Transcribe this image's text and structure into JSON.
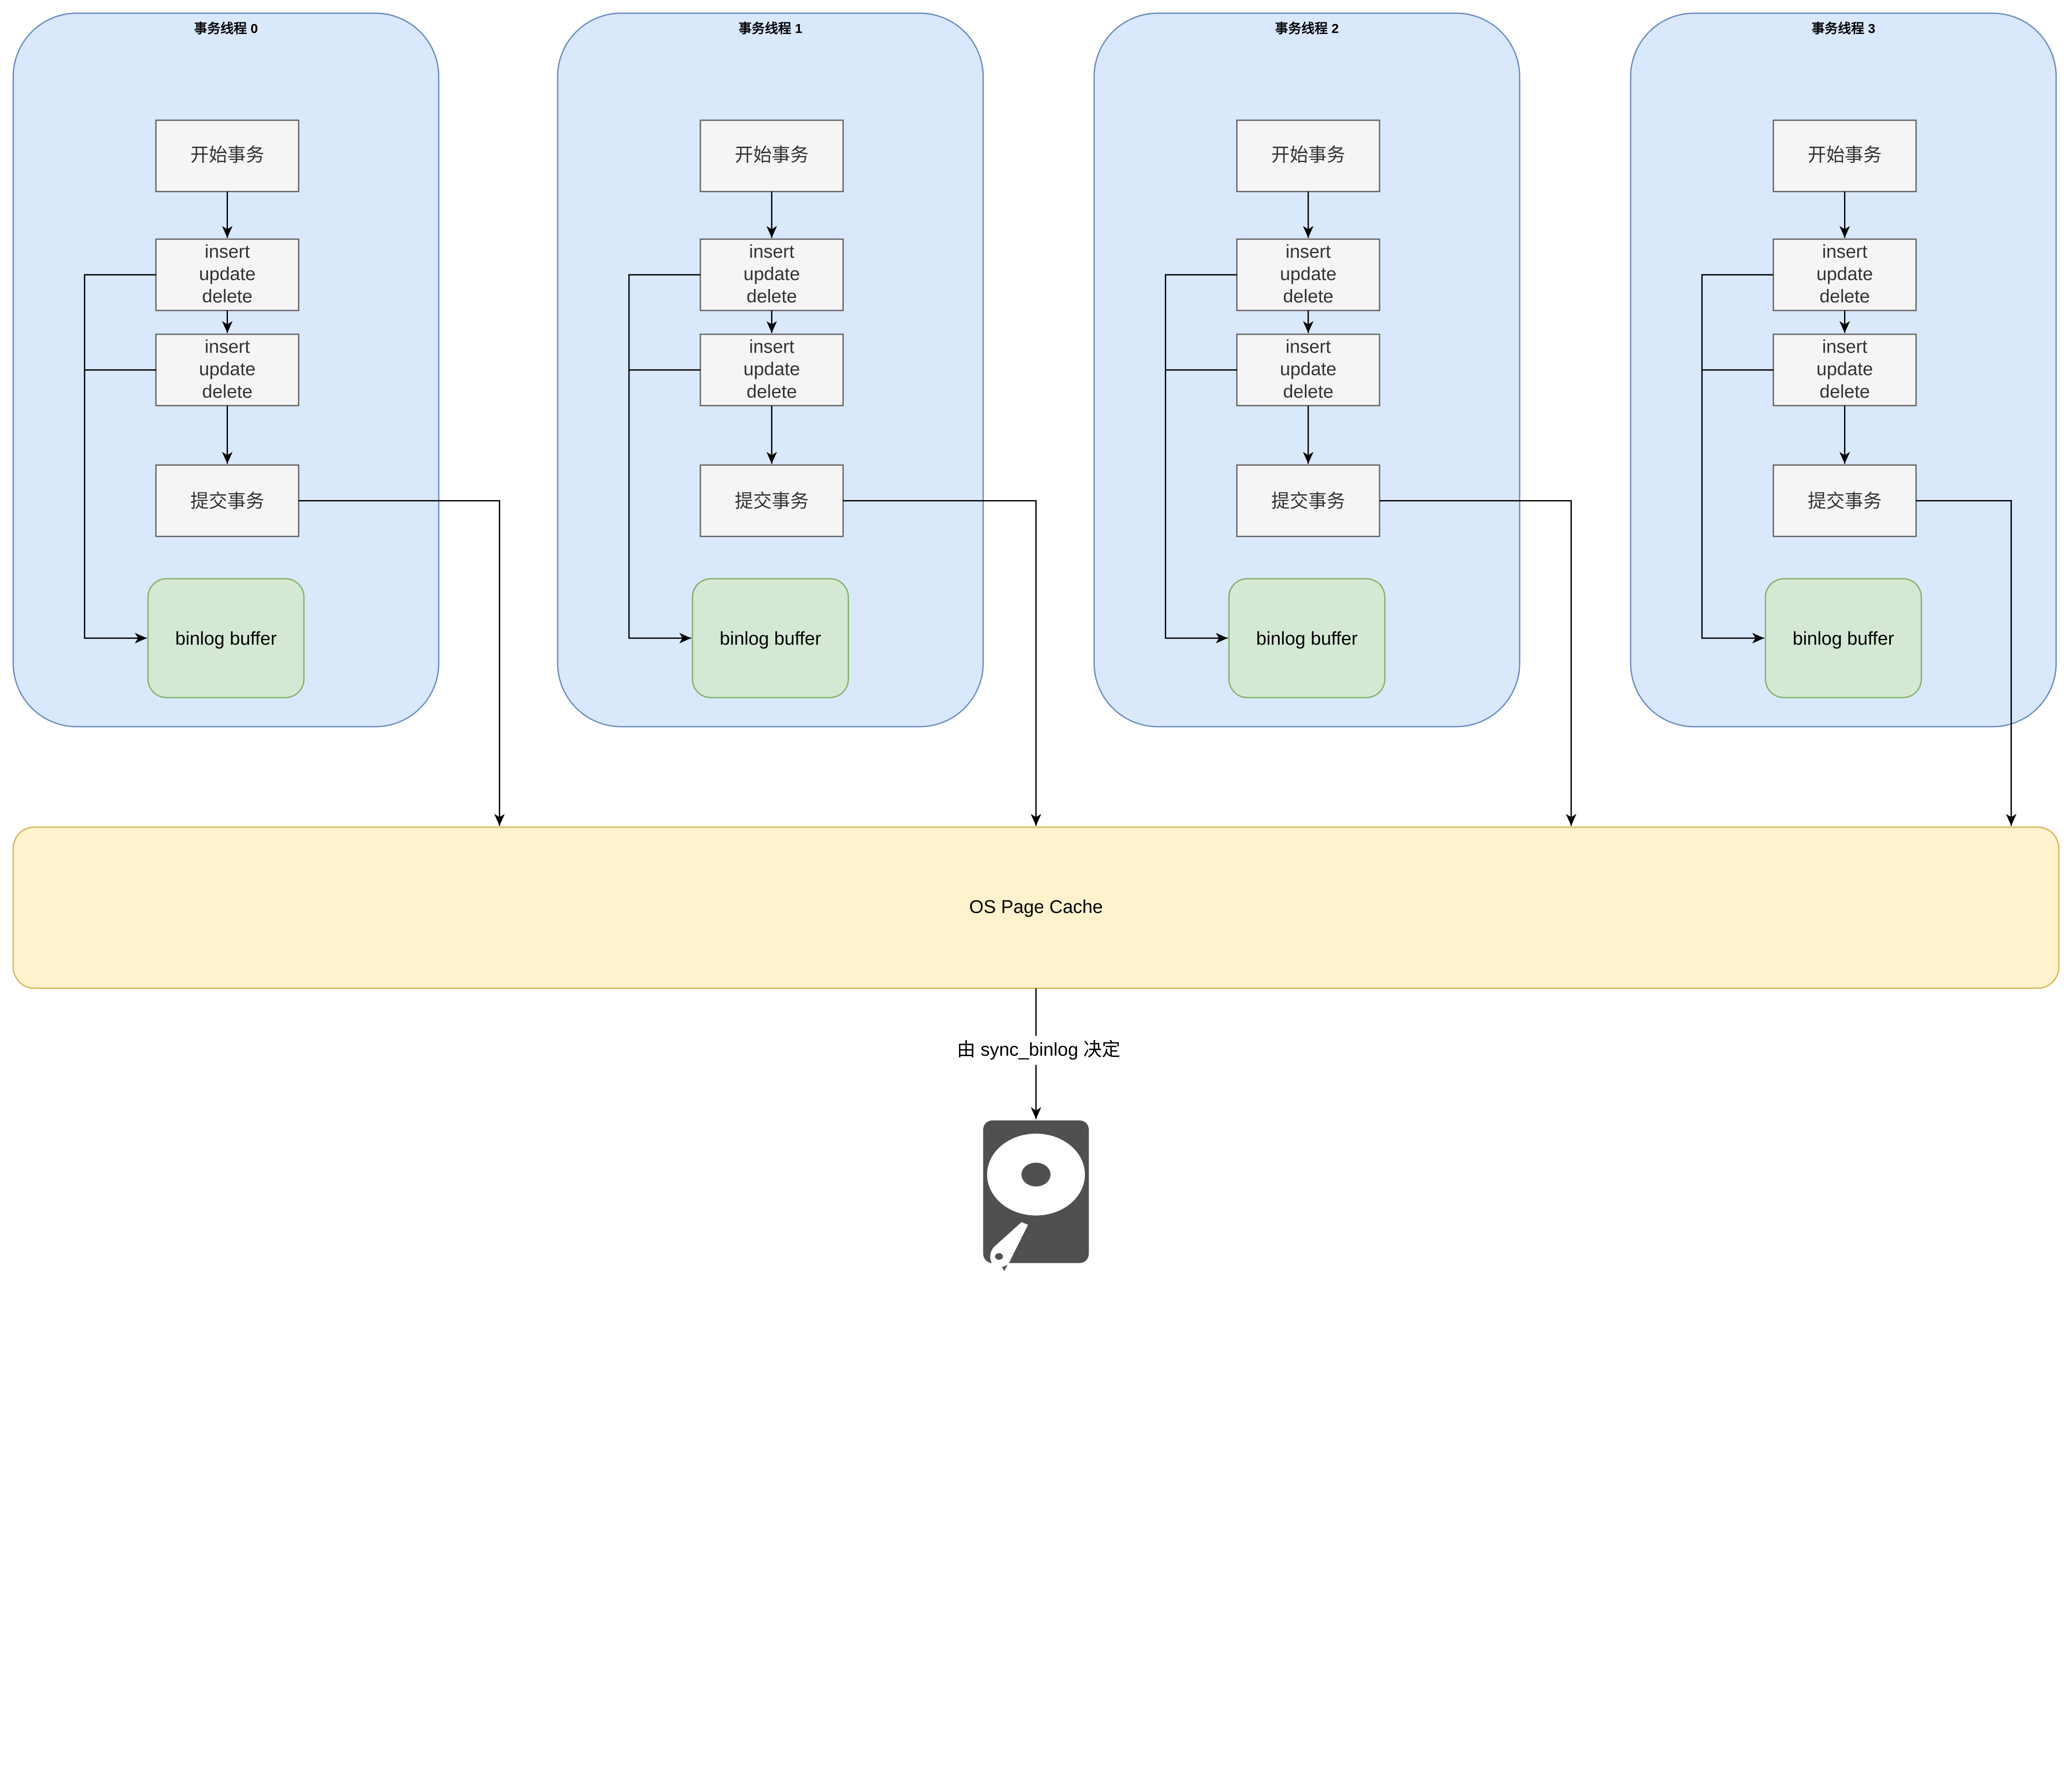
{
  "threads": [
    {
      "title": "事务线程 0",
      "start": "开始事务",
      "ops": [
        "insert",
        "update",
        "delete"
      ],
      "commit": "提交事务",
      "buffer": "binlog buffer"
    },
    {
      "title": "事务线程 1",
      "start": "开始事务",
      "ops": [
        "insert",
        "update",
        "delete"
      ],
      "commit": "提交事务",
      "buffer": "binlog buffer"
    },
    {
      "title": "事务线程 2",
      "start": "开始事务",
      "ops": [
        "insert",
        "update",
        "delete"
      ],
      "commit": "提交事务",
      "buffer": "binlog buffer"
    },
    {
      "title": "事务线程 3",
      "start": "开始事务",
      "ops": [
        "insert",
        "update",
        "delete"
      ],
      "commit": "提交事务",
      "buffer": "binlog buffer"
    }
  ],
  "page_cache": {
    "label": "OS Page Cache"
  },
  "sync_edge": {
    "label": "由 sync_binlog 决定"
  },
  "disk": {
    "icon": "hard-disk-icon"
  },
  "colors": {
    "thread_fill": "#dae8fc",
    "thread_stroke": "#6c8ebf",
    "step_fill": "#f5f5f5",
    "step_stroke": "#666666",
    "buffer_fill": "#d5e8d4",
    "buffer_stroke": "#82b366",
    "cache_fill": "#fff2cc",
    "cache_stroke": "#d6b656",
    "disk_fill": "#505050"
  }
}
